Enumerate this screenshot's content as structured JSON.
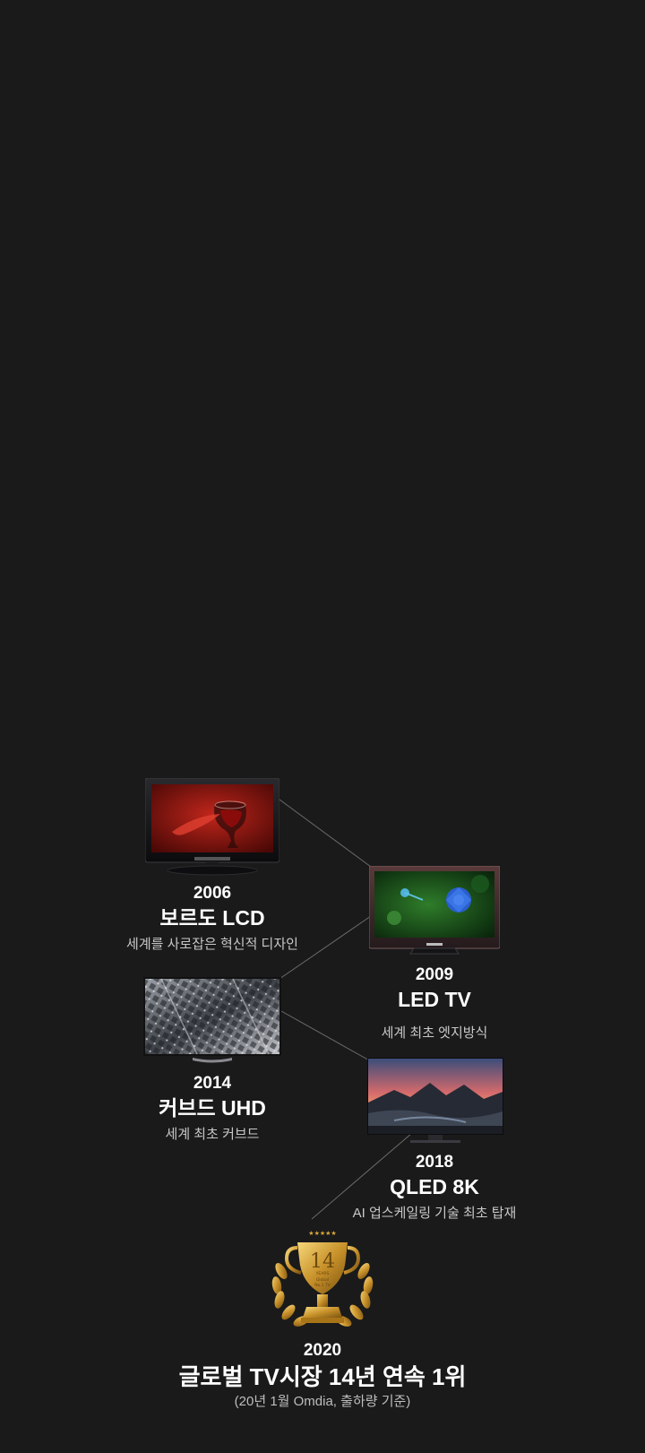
{
  "timeline": [
    {
      "year": "2006",
      "product": "보르도 LCD",
      "desc": "세계를 사로잡은 혁신적 디자인",
      "image_icon": "wine-glass-tv-image"
    },
    {
      "year": "2009",
      "product": "LED TV",
      "desc": "세계 최초 엣지방식",
      "image_icon": "flower-bird-tv-image"
    },
    {
      "year": "2014",
      "product": "커브드 UHD",
      "desc": "세계 최초 커브드",
      "image_icon": "city-aerial-tv-image"
    },
    {
      "year": "2018",
      "product": "QLED 8K",
      "desc": "AI 업스케일링 기술 최초 탑재",
      "image_icon": "mountain-sunset-tv-image"
    }
  ],
  "award": {
    "year": "2020",
    "title": "글로벌 TV시장 14년 연속 1위",
    "note": "(20년 1월 Omdia, 출하량 기준)",
    "trophy": {
      "number": "14",
      "stars": "★★★★★",
      "label_years": "YEARS",
      "label_global": "Global",
      "label_no1": "No.1 TV"
    }
  },
  "colors": {
    "background": "#1a1a1b",
    "text": "#ffffff",
    "subtext": "#c8c8c8",
    "gold": "#d9a93a"
  }
}
